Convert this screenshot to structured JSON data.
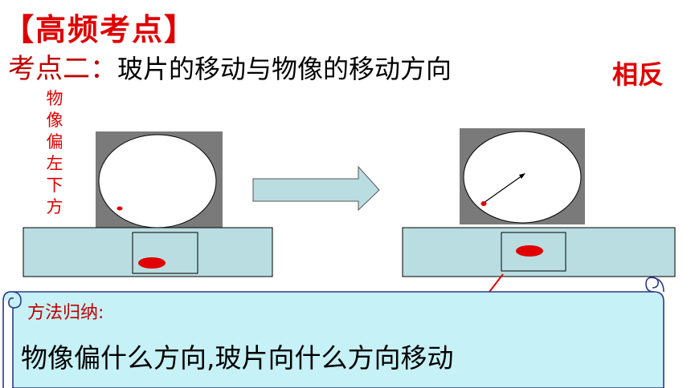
{
  "heading": "【高频考点】",
  "topic": {
    "label": "考点二：",
    "text": "玻片的移动与物像的移动方向",
    "answer": "相反"
  },
  "side_note": "物像偏左下方",
  "method": {
    "label": "方法归纳:",
    "summary": "物像偏什么方向,玻片向什么方向移动"
  },
  "colors": {
    "red": "#e00000",
    "stage": "#b9dde0",
    "view_frame": "#7a7a7a",
    "scroll_fill": "#c6f1f6"
  }
}
